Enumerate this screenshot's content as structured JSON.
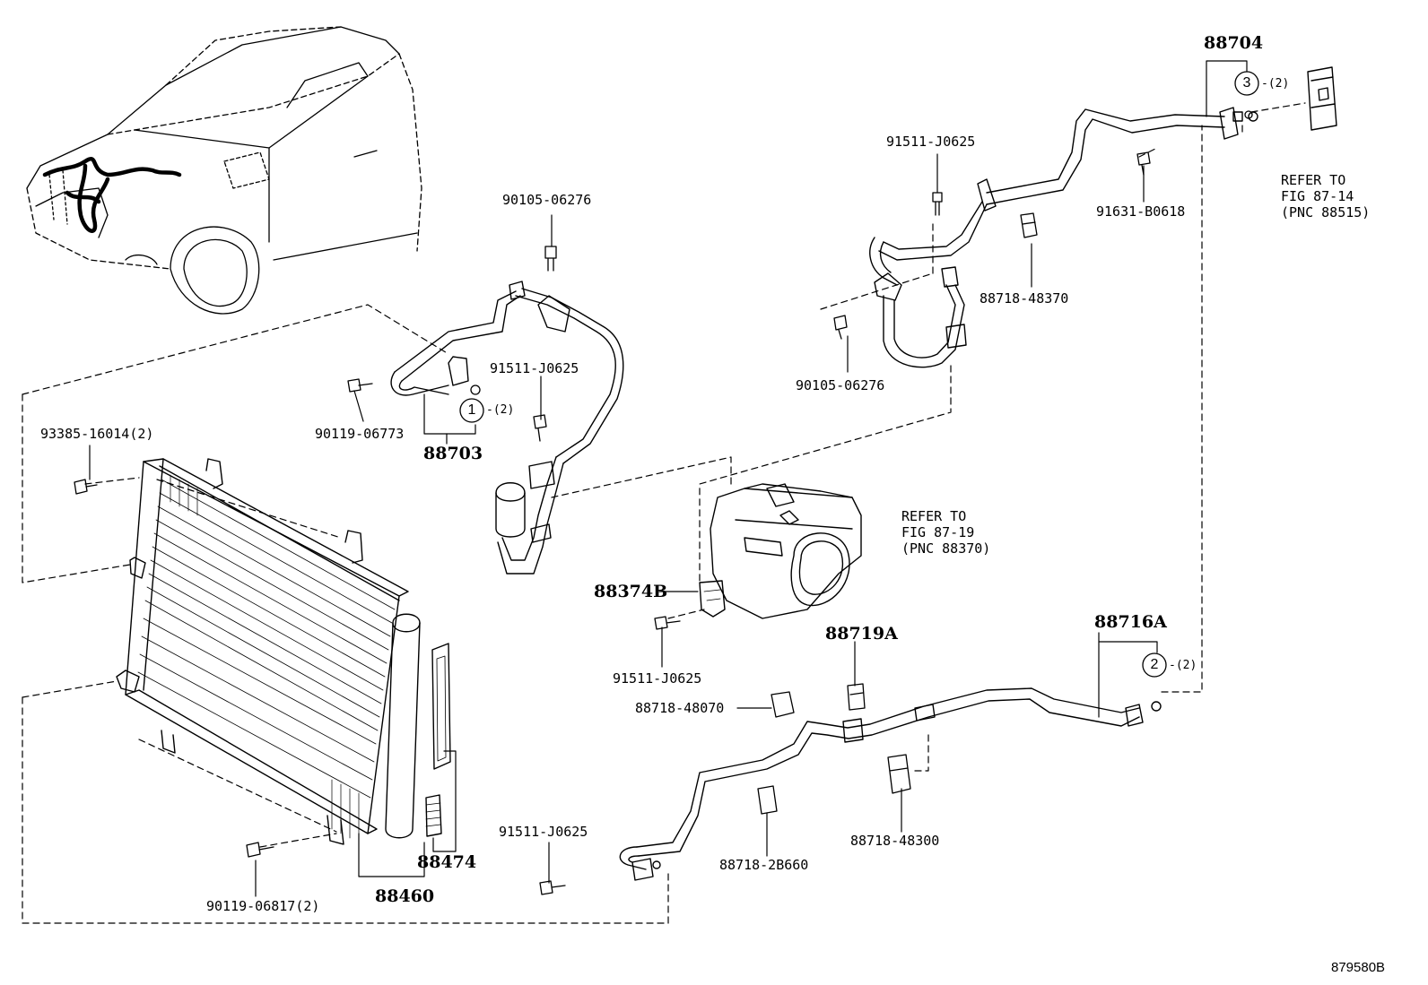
{
  "parts": {
    "p88704": "88704",
    "p91511_top": "91511-J0625",
    "p91631": "91631-B0618",
    "refer_87_14": [
      "REFER TO",
      "FIG 87-14",
      "(PNC 88515)"
    ],
    "p90105_upper": "90105-06276",
    "p88718_48370": "88718-48370",
    "p90105_lower": "90105-06276",
    "p91511_mid": "91511-J0625",
    "p90119_06773": "90119-06773",
    "p88703": "88703",
    "p93385": "93385-16014(2)",
    "refer_87_19": [
      "REFER TO",
      "FIG 87-19",
      "(PNC 88370)"
    ],
    "p88374B": "88374B",
    "p88719A": "88719A",
    "p88716A": "88716A",
    "p91511_comp": "91511-J0625",
    "p88718_48070": "88718-48070",
    "p88474": "88474",
    "p88718_48300": "88718-48300",
    "p91511_bottom": "91511-J0625",
    "p88718_2B660": "88718-2B660",
    "p90119_06817": "90119-06817(2)",
    "p88460": "88460"
  },
  "callouts": {
    "c1": "1",
    "c2": "2",
    "c3": "3",
    "qty1": "-(2)",
    "qty2": "-(2)",
    "qty3": "-(2)"
  },
  "figure_id": "879580B"
}
